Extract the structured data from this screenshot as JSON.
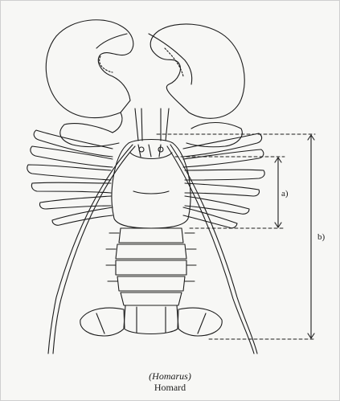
{
  "figure": {
    "caption_latin": "(Homarus)",
    "caption_common": "Homard",
    "measurements": [
      {
        "id": "a",
        "label": "a)"
      },
      {
        "id": "b",
        "label": "b)"
      }
    ],
    "colors": {
      "ink": "#1c1c1c",
      "paper": "#f7f7f5"
    }
  }
}
